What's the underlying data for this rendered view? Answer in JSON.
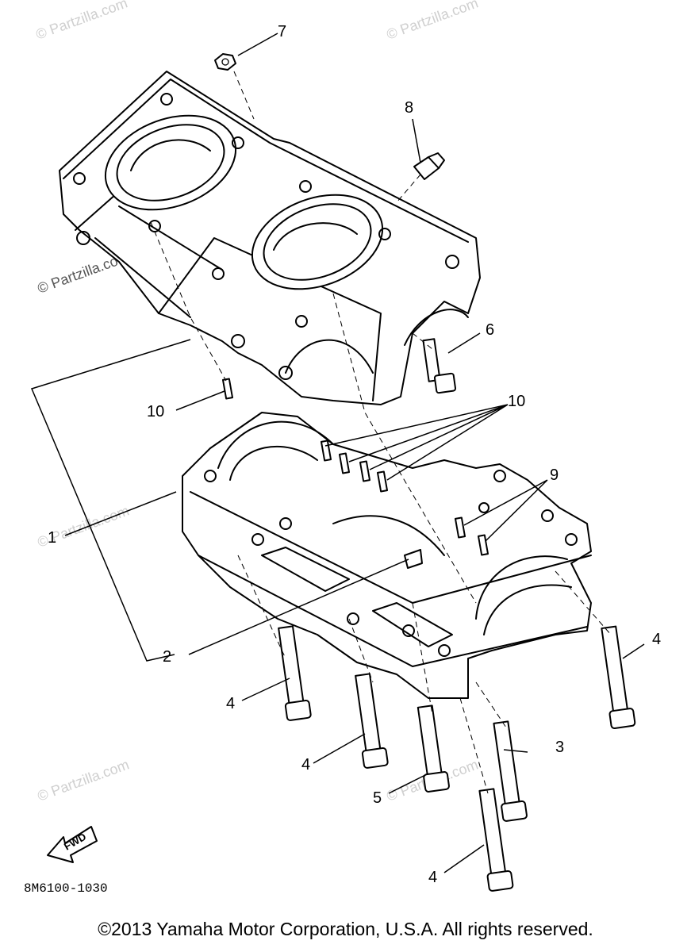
{
  "watermark": "© Partzilla.com",
  "callouts": [
    "7",
    "8",
    "6",
    "10",
    "10",
    "9",
    "1",
    "2",
    "4",
    "4",
    "4",
    "5",
    "3",
    "4"
  ],
  "fwd_label": "FWD",
  "diagram_code": "8M6100-1030",
  "copyright": "©2013 Yamaha Motor Corporation, U.S.A. All rights reserved."
}
